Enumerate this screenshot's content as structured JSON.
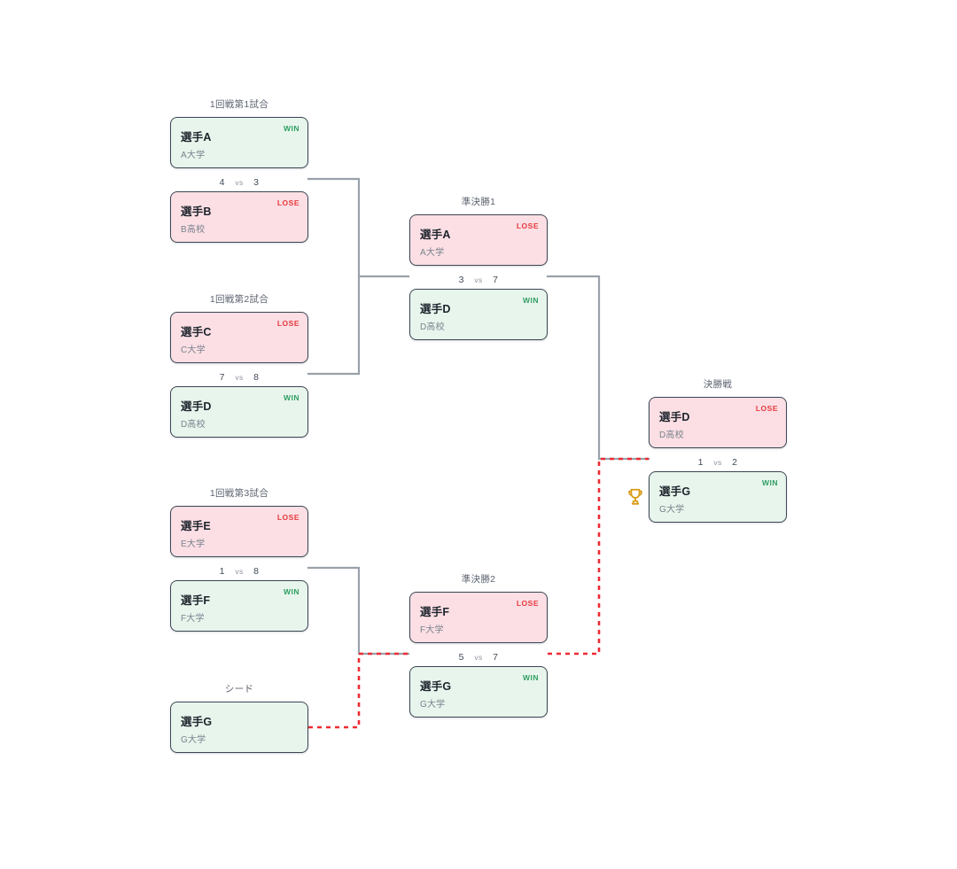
{
  "colors": {
    "win_fill": "#e7f5ec",
    "lose_fill": "#fbdfe4",
    "card_border": "#3c4654",
    "win_text": "#2f9e63",
    "lose_text": "#e8393d",
    "connector": "#9aa1aa",
    "winner_path": "#ee2b32",
    "trophy": "#d99b16",
    "label_text": "#5c6370",
    "team_text": "#7a828e",
    "background": "#ffffff"
  },
  "badges": {
    "win": "WIN",
    "lose": "LOSE"
  },
  "score_separator": "vs",
  "matches": [
    {
      "id": "r1m1",
      "round_label": "1回戦第1試合",
      "score_top": 4,
      "score_bottom": 3,
      "top": {
        "name": "選手A",
        "team": "A大学",
        "result": "win"
      },
      "bottom": {
        "name": "選手B",
        "team": "B高校",
        "result": "lose"
      }
    },
    {
      "id": "r1m2",
      "round_label": "1回戦第2試合",
      "score_top": 7,
      "score_bottom": 8,
      "top": {
        "name": "選手C",
        "team": "C大学",
        "result": "lose"
      },
      "bottom": {
        "name": "選手D",
        "team": "D高校",
        "result": "win"
      }
    },
    {
      "id": "r1m3",
      "round_label": "1回戦第3試合",
      "score_top": 1,
      "score_bottom": 8,
      "top": {
        "name": "選手E",
        "team": "E大学",
        "result": "lose"
      },
      "bottom": {
        "name": "選手F",
        "team": "F大学",
        "result": "win"
      }
    },
    {
      "id": "seed",
      "round_label": "シード",
      "score_top": null,
      "score_bottom": null,
      "top": {
        "name": "選手G",
        "team": "G大学",
        "result": "seed"
      },
      "bottom": null
    },
    {
      "id": "sf1",
      "round_label": "準決勝1",
      "score_top": 3,
      "score_bottom": 7,
      "top": {
        "name": "選手A",
        "team": "A大学",
        "result": "lose"
      },
      "bottom": {
        "name": "選手D",
        "team": "D高校",
        "result": "win"
      }
    },
    {
      "id": "sf2",
      "round_label": "準決勝2",
      "score_top": 5,
      "score_bottom": 7,
      "top": {
        "name": "選手F",
        "team": "F大学",
        "result": "lose"
      },
      "bottom": {
        "name": "選手G",
        "team": "G大学",
        "result": "win"
      }
    },
    {
      "id": "final",
      "round_label": "決勝戦",
      "score_top": 1,
      "score_bottom": 2,
      "top": {
        "name": "選手D",
        "team": "D高校",
        "result": "lose"
      },
      "bottom": {
        "name": "選手G",
        "team": "G大学",
        "result": "win"
      }
    }
  ],
  "champion": {
    "name": "選手G",
    "team": "G大学",
    "trophy_icon": "trophy-icon"
  }
}
